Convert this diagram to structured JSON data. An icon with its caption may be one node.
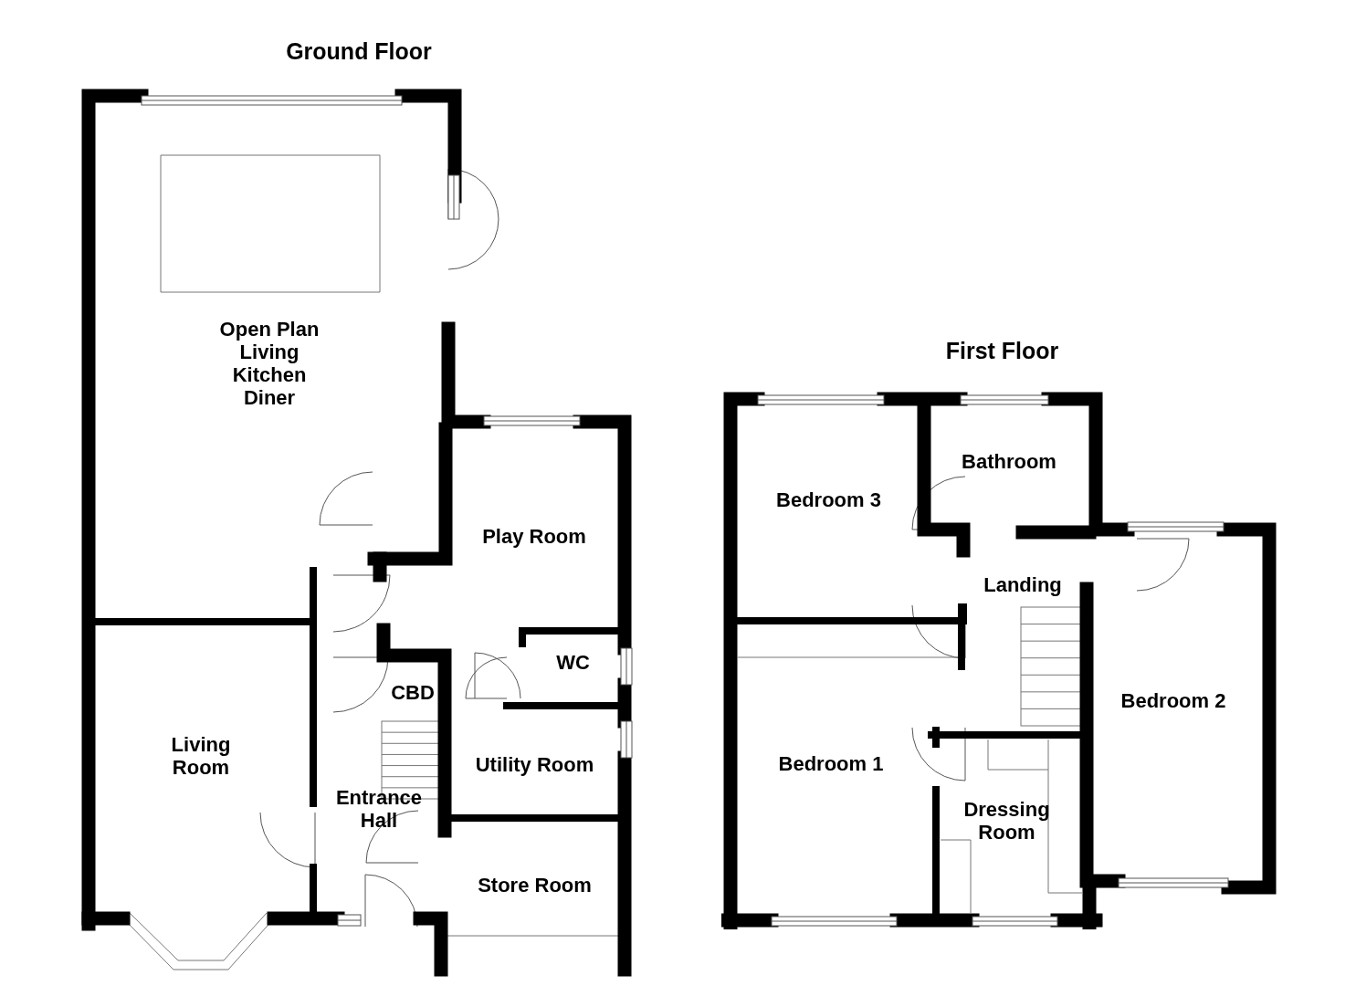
{
  "diagram": {
    "nodes": [
      {
        "text": [
          "Ground Floor"
        ]
      },
      {
        "text": [
          "Open Plan Living Kitchen Diner"
        ],
        "in": 0
      },
      {
        "text": [
          "Play Room"
        ],
        "in": 0
      },
      {
        "text": [
          "WC"
        ],
        "in": 0
      },
      {
        "text": [
          "CBD"
        ],
        "in": 0
      },
      {
        "text": [
          "Living Room"
        ],
        "in": 0
      },
      {
        "text": [
          "Utility Room"
        ],
        "in": 0
      },
      {
        "text": [
          "Entrance Hall"
        ],
        "in": 0
      },
      {
        "text": [
          "Store Room"
        ],
        "in": 0
      },
      {
        "text": [
          "First Floor"
        ]
      },
      {
        "text": [
          "Bedroom 3"
        ],
        "in": 9
      },
      {
        "text": [
          "Bathroom"
        ],
        "in": 9
      },
      {
        "text": [
          "Landing"
        ],
        "in": 9
      },
      {
        "text": [
          "Bedroom 2"
        ],
        "in": 9
      },
      {
        "text": [
          "Bedroom 1"
        ],
        "in": 9
      },
      {
        "text": [
          "Dressing Room"
        ],
        "in": 9
      }
    ]
  }
}
